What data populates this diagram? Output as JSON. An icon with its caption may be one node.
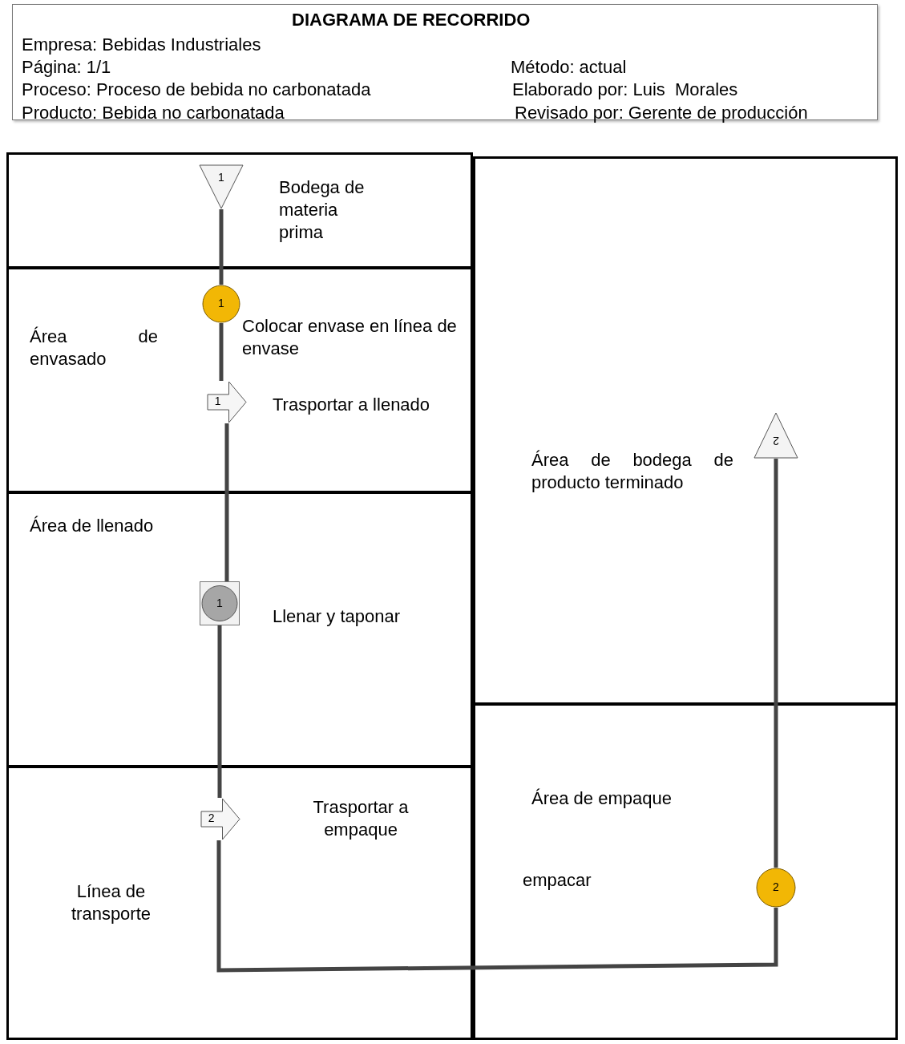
{
  "diagram": {
    "title": "DIAGRAMA DE RECORRIDO",
    "nodes": [
      {
        "text": [],
        "shape": "box"
      },
      {
        "text": [
          "Área de envasado"
        ]
      },
      {
        "text": [
          "Área de llenado"
        ]
      },
      {
        "text": [
          "Línea de transporte"
        ]
      },
      {
        "text": [
          "Área de bodega de producto terminado"
        ]
      },
      {
        "text": [
          "Área de empaque"
        ]
      },
      {
        "text": [
          "1"
        ],
        "in": 0,
        "beside": [
          "Bodega de materia prima"
        ]
      },
      {
        "text": [
          "1"
        ],
        "in": 1,
        "beside": [
          "Colocar envase en línea de envase"
        ]
      },
      {
        "text": [
          "1"
        ],
        "in": 1,
        "beside": [
          "Trasportar a llenado"
        ]
      },
      {
        "text": [
          "1"
        ],
        "in": 2,
        "beside": [
          "Llenar y taponar"
        ]
      },
      {
        "text": [
          "2"
        ],
        "in": 3
      },
      {
        "text": [
          "2"
        ],
        "in": 5
      },
      {
        "text": [
          "2"
        ],
        "in": 4
      }
    ],
    "edges": [
      {
        "from": 6,
        "to": 7,
        "arrow": "none"
      },
      {
        "from": 7,
        "to": 8,
        "arrow": "none"
      },
      {
        "from": 8,
        "to": 9,
        "arrow": "none"
      },
      {
        "from": 9,
        "to": 10,
        "arrow": "none"
      },
      {
        "from": 10,
        "to": 11,
        "arrow": "none"
      },
      {
        "from": 11,
        "to": 12,
        "arrow": "none"
      }
    ],
    "labels": [
      "Empresa: Bebidas Industriales",
      "Página: 1/1",
      "Método: actual",
      "Proceso: Proceso de bebida no carbonatada",
      "Elaborado por: Luis  Morales",
      "Producto: Bebida no carbonatada",
      "Revisado por: Gerente de producción",
      "Trasportar a empaque",
      "empacar"
    ]
  }
}
